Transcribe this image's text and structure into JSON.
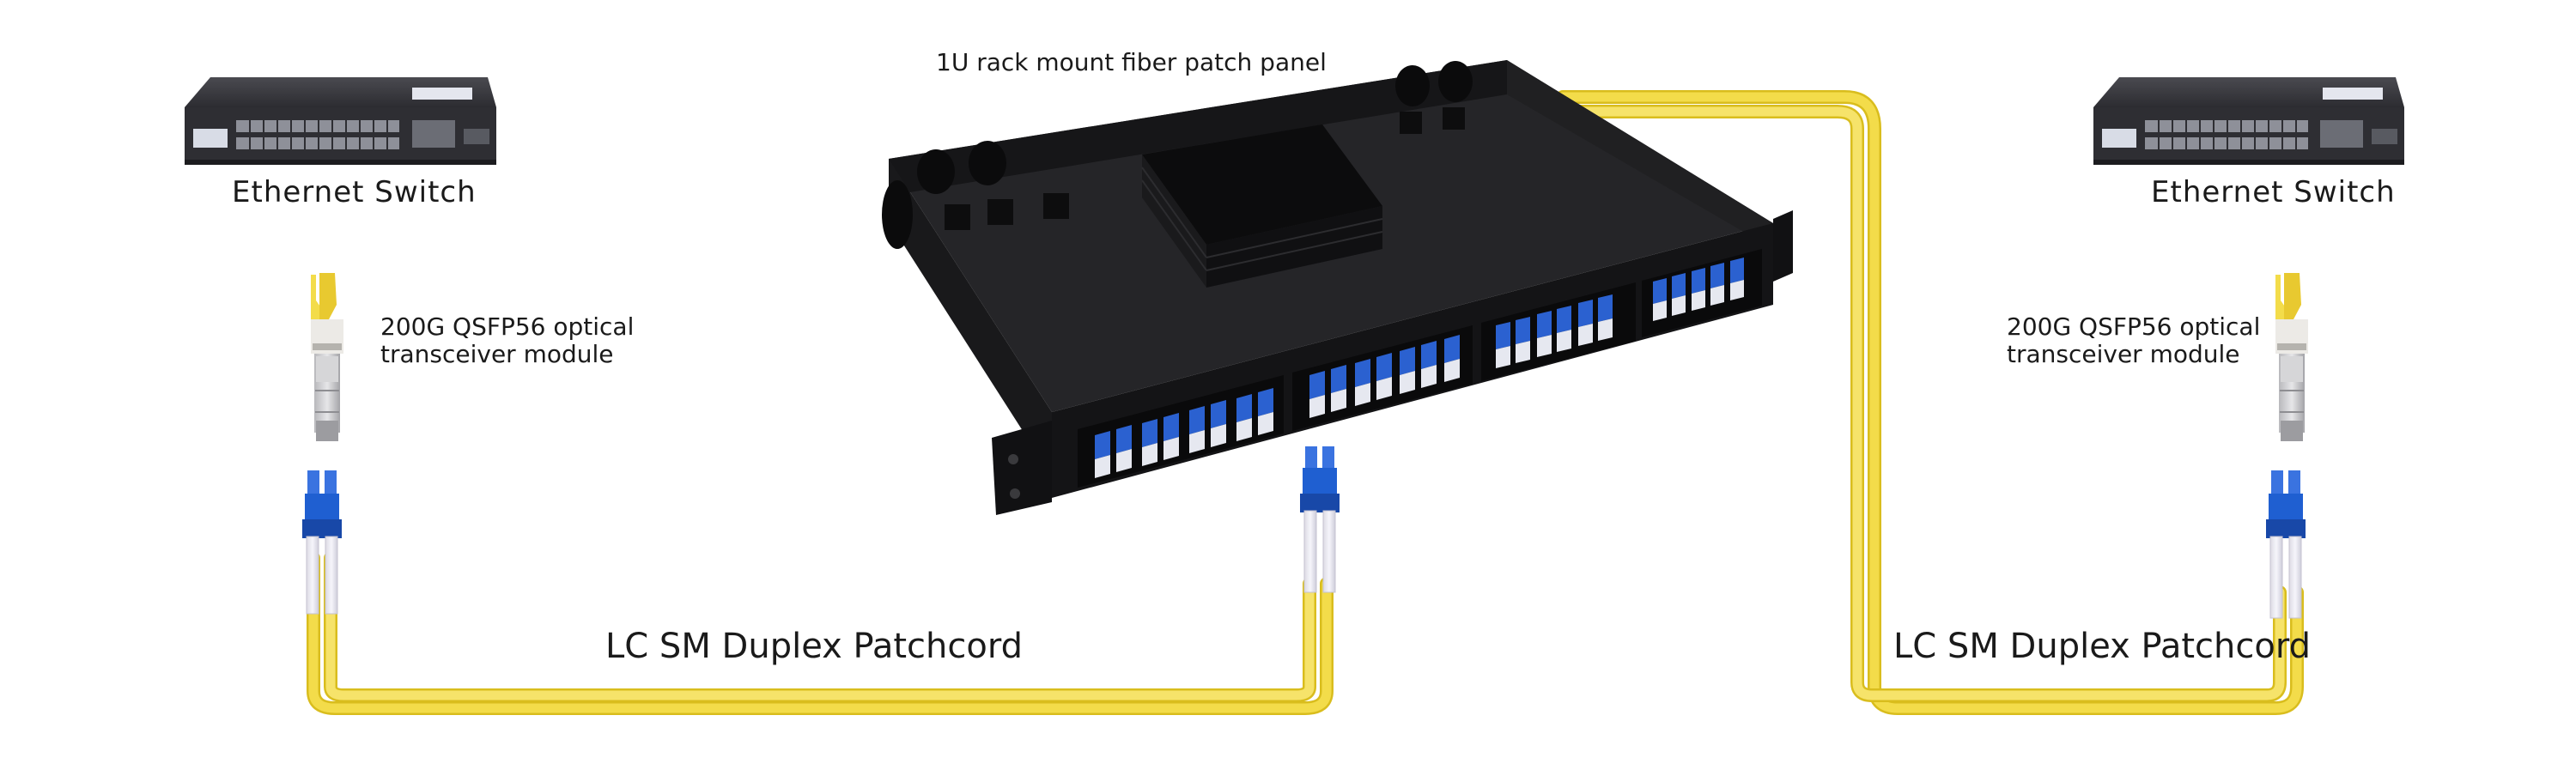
{
  "labels": {
    "panel": "1U rack mount fiber patch panel",
    "switch_left": "Ethernet  Switch",
    "switch_right": "Ethernet  Switch",
    "module_left_line1": "200G QSFP56 optical",
    "module_left_line2": "transceiver module",
    "module_right_line1": "200G QSFP56 optical",
    "module_right_line2": "transceiver module",
    "cord_left": "LC SM Duplex Patchcord",
    "cord_right": "LC SM Duplex Patchcord"
  },
  "colors": {
    "fiber": "#f3dc4a",
    "fiber_edge": "#d9bd1d",
    "connector_blue": "#1f5fd1",
    "connector_white": "#eceaf2",
    "panel_black": "#1e1e1e",
    "switch_body": "#353539",
    "background": "#ffffff"
  }
}
